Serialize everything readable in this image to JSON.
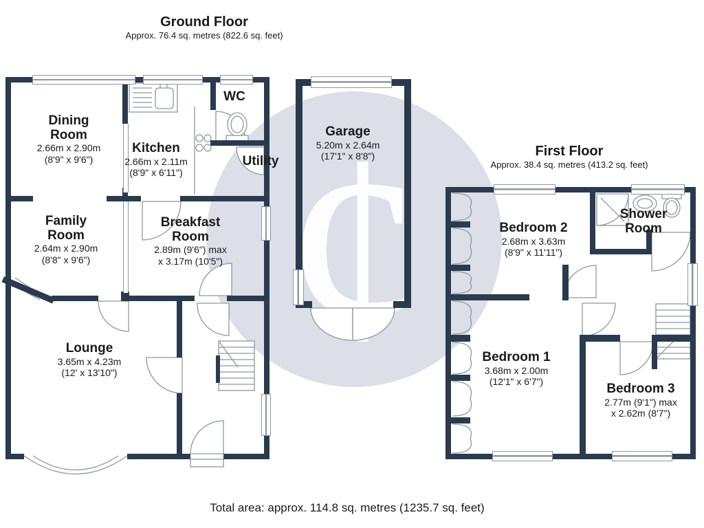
{
  "watermark": {
    "glyph": "¢"
  },
  "colors": {
    "wall": "#2a3b4d",
    "line": "#8f96a0",
    "watermark_circle": "#dcdfe8",
    "watermark_glyph": "#fdfdfe"
  },
  "ground_floor": {
    "title": "Ground Floor",
    "subtitle": "Approx. 76.4 sq. metres (822.6 sq. feet)",
    "rooms": {
      "dining_room": {
        "name": "Dining Room",
        "metric": "2.66m x 2.90m",
        "imperial": "(8'9\" x 9'6\")"
      },
      "kitchen": {
        "name": "Kitchen",
        "metric": "2.66m x 2.11m",
        "imperial": "(8'9\" x 6'11\")"
      },
      "wc": {
        "name": "WC"
      },
      "utility": {
        "name": "Utility"
      },
      "family_room": {
        "name": "Family Room",
        "metric": "2.64m x 2.90m",
        "imperial": "(8'8\" x 9'6\")"
      },
      "breakfast_room": {
        "name": "Breakfast Room",
        "metric": "2.89m (9'6\") max",
        "imperial": "x 3.17m (10'5\")"
      },
      "lounge": {
        "name": "Lounge",
        "metric": "3.65m x 4.23m",
        "imperial": "(12' x 13'10\")"
      },
      "garage": {
        "name": "Garage",
        "metric": "5.20m x 2.64m",
        "imperial": "(17'1\" x 8'8\")"
      }
    }
  },
  "first_floor": {
    "title": "First Floor",
    "subtitle": "Approx. 38.4 sq. metres (413.2 sq. feet)",
    "rooms": {
      "bedroom_2": {
        "name": "Bedroom 2",
        "metric": "2.68m x 3.63m",
        "imperial": "(8'9\" x 11'11\")"
      },
      "shower_room": {
        "name": "Shower Room"
      },
      "bedroom_1": {
        "name": "Bedroom 1",
        "metric": "3.68m x 2.00m",
        "imperial": "(12'1\" x 6'7\")"
      },
      "bedroom_3": {
        "name": "Bedroom 3",
        "metric": "2.77m (9'1\") max",
        "imperial": "x 2.62m (8'7\")"
      }
    }
  },
  "footer": {
    "total": "Total area: approx. 114.8 sq. metres (1235.7 sq. feet)"
  }
}
